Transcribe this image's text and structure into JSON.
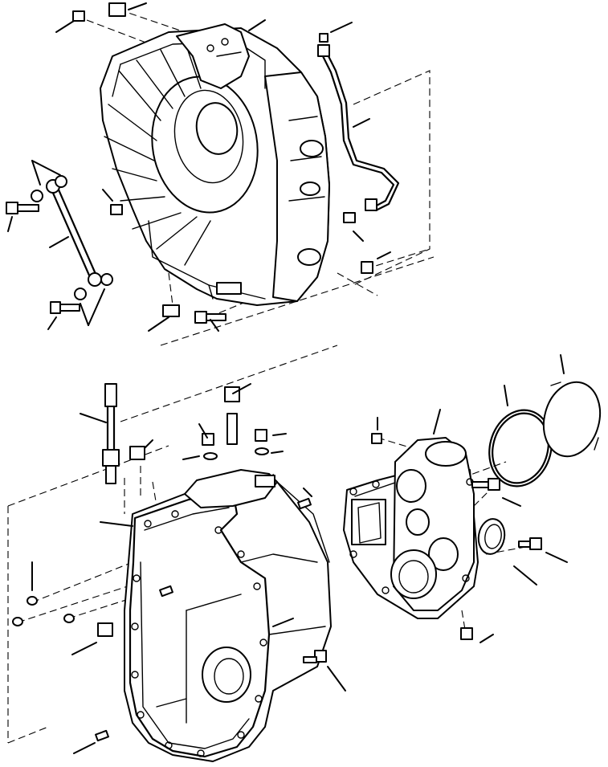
{
  "figure": {
    "caption": "",
    "callouts": []
  },
  "parts": [
    {
      "name": "flywheel-housing"
    },
    {
      "name": "transmission-case"
    },
    {
      "name": "output-housing"
    },
    {
      "name": "cover-plate"
    },
    {
      "name": "o-ring-large"
    },
    {
      "name": "oil-seal"
    },
    {
      "name": "breather-tube"
    },
    {
      "name": "ground-strap"
    },
    {
      "name": "temperature-sender"
    }
  ],
  "icons": [
    "bolt-icon",
    "plug-icon",
    "washer-icon",
    "dowel-pin-icon",
    "o-ring-icon"
  ]
}
